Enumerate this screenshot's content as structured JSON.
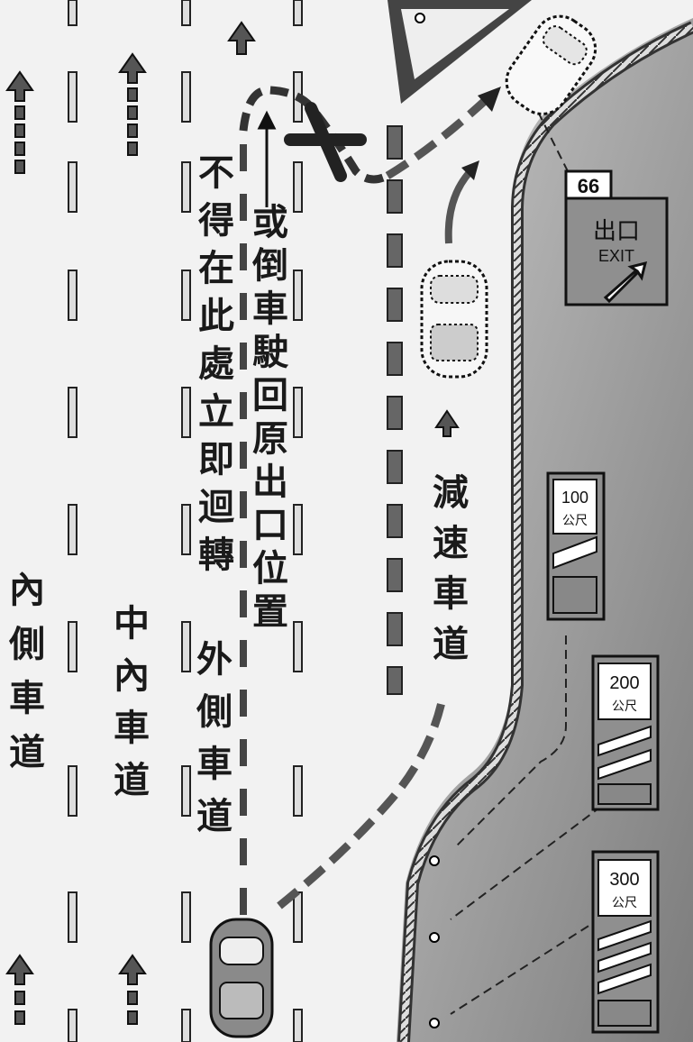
{
  "labels": {
    "inner_lane": "內側車道",
    "middle_lane": "中內車道",
    "outer_lane": "外側車道",
    "no_uturn": "不得在此處立即迴轉",
    "no_reverse": "或倒車駛回原出口位置",
    "decel_lane": "減速車道"
  },
  "exit_sign": {
    "number": "66",
    "text_cn": "出口",
    "text_en": "EXIT"
  },
  "distance_signs": [
    {
      "value": "100",
      "unit": "公尺"
    },
    {
      "value": "200",
      "unit": "公尺"
    },
    {
      "value": "300",
      "unit": "公尺"
    }
  ],
  "colors": {
    "ink": "#1a1a1a",
    "shoulder": "#9a9a9a",
    "sign_fill": "#8f8f8f"
  }
}
